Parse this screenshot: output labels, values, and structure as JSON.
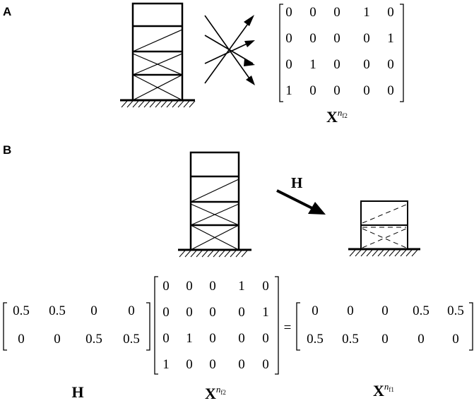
{
  "panel_a": {
    "label": "A",
    "matrix": [
      [
        "0",
        "0",
        "0",
        "1",
        "0"
      ],
      [
        "0",
        "0",
        "0",
        "0",
        "1"
      ],
      [
        "0",
        "1",
        "0",
        "0",
        "0"
      ],
      [
        "1",
        "0",
        "0",
        "0",
        "0"
      ]
    ],
    "caption": {
      "base": "X",
      "sup": "n",
      "sub": "f2"
    }
  },
  "panel_b": {
    "label": "B",
    "arrow_label": "H",
    "equation": {
      "h_matrix": [
        [
          "0.5",
          "0.5",
          "0",
          "0"
        ],
        [
          "0",
          "0",
          "0.5",
          "0.5"
        ]
      ],
      "x_matrix": [
        [
          "0",
          "0",
          "0",
          "1",
          "0"
        ],
        [
          "0",
          "0",
          "0",
          "0",
          "1"
        ],
        [
          "0",
          "1",
          "0",
          "0",
          "0"
        ],
        [
          "1",
          "0",
          "0",
          "0",
          "0"
        ]
      ],
      "equals": "=",
      "result_matrix": [
        [
          "0",
          "0",
          "0",
          "0.5",
          "0.5"
        ],
        [
          "0.5",
          "0.5",
          "0",
          "0",
          "0"
        ]
      ]
    },
    "captions": {
      "h": "H",
      "x": {
        "base": "X",
        "sup": "n",
        "sub": "f2"
      },
      "result": {
        "base": "X",
        "sup": "n",
        "sub": "f1"
      }
    }
  }
}
